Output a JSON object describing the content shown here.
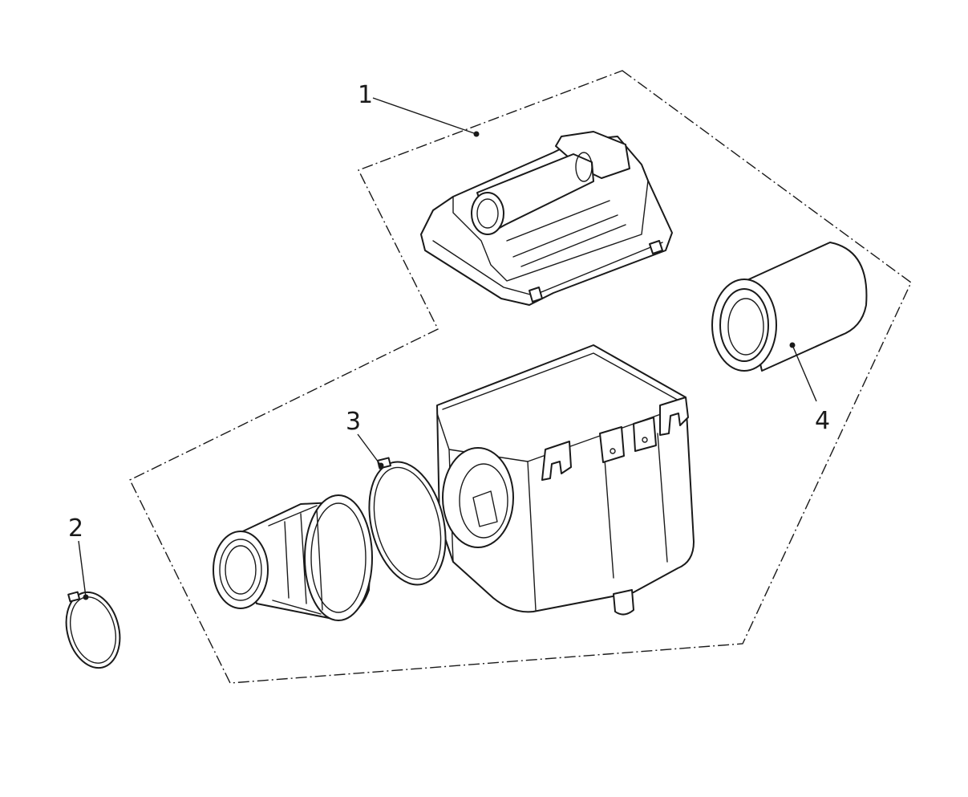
{
  "diagram": {
    "callouts": [
      {
        "id": "1",
        "label": "1"
      },
      {
        "id": "2",
        "label": "2"
      },
      {
        "id": "3",
        "label": "3"
      },
      {
        "id": "4",
        "label": "4"
      }
    ],
    "line_color": "#1a1a1a",
    "background": "#ffffff"
  }
}
